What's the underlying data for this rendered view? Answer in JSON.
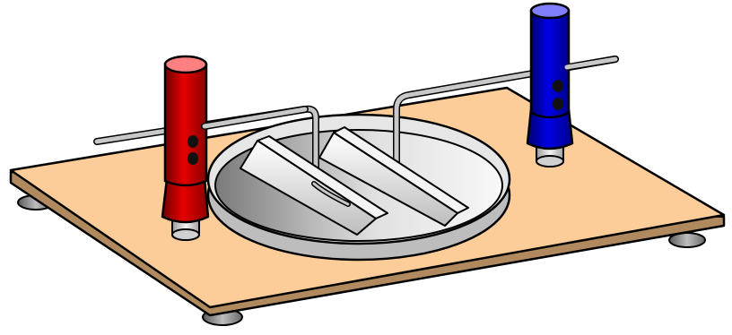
{
  "figure": {
    "colors": {
      "board_top": "#fccc99",
      "board_edge": "#b08a5e",
      "outline": "#000000",
      "dish_rim": "#d9d9d9",
      "dish_fill_dark": "#8c8c8c",
      "dish_fill_light": "#f2f2f2",
      "red_post": "#cc0000",
      "red_post_cap": "#ff8080",
      "blue_post": "#0000cc",
      "blue_post_cap": "#8080ff",
      "wire": "#b3b3b3",
      "foot": "#888888"
    },
    "components": [
      "wooden-baseboard",
      "circular-dish",
      "left-electrode-plate",
      "right-electrode-plate",
      "red-binding-post",
      "blue-binding-post",
      "left-bent-wire",
      "right-bent-wire",
      "rubber-feet"
    ]
  }
}
